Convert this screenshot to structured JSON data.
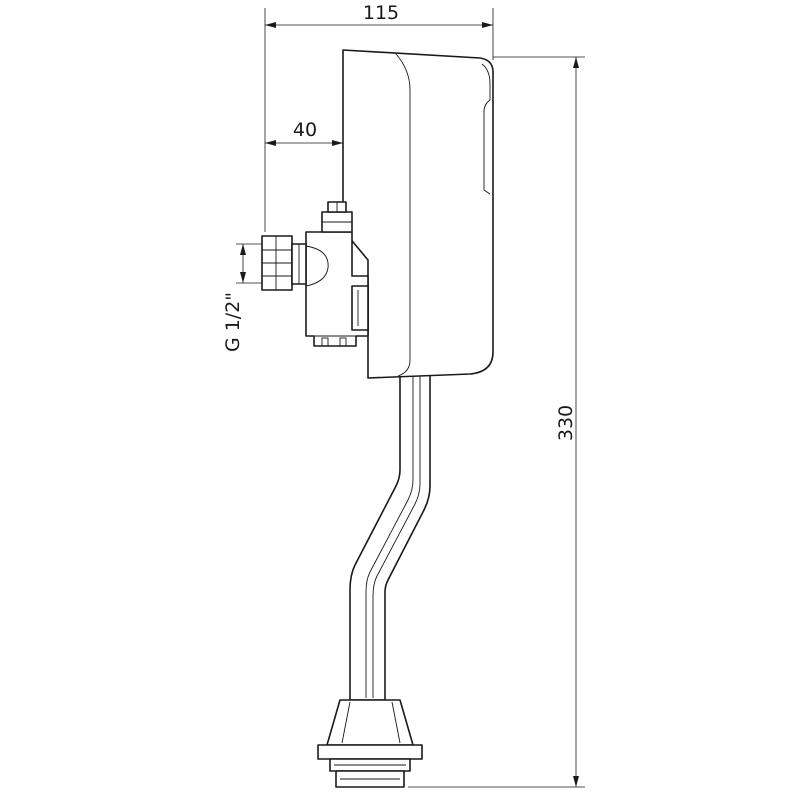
{
  "dimensions": {
    "overall_width": "115",
    "inlet_offset": "40",
    "thread_size": "G 1/2\"",
    "overall_height": "330"
  }
}
